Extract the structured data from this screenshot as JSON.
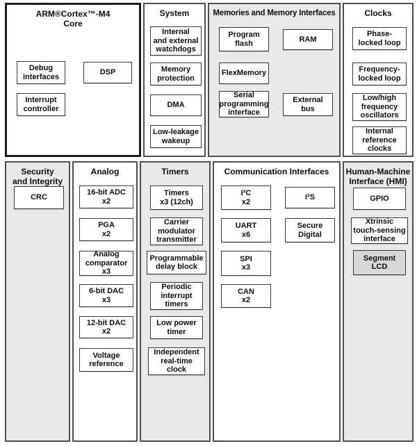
{
  "colors": {
    "section_fill_gray": "#e9e9e9",
    "box_fill_white": "#ffffff",
    "segment_lcd_fill": "#d8d8d8",
    "border_dark": "#383838"
  },
  "sections": {
    "core": {
      "title": "ARM®Cortex™-M4\nCore",
      "boxes": [
        {
          "label": "Debug\ninterfaces"
        },
        {
          "label": "DSP"
        },
        {
          "label": "Interrupt\ncontroller"
        }
      ]
    },
    "system": {
      "title": "System",
      "boxes": [
        {
          "label": "Internal\nand external\nwatchdogs"
        },
        {
          "label": "Memory\nprotection"
        },
        {
          "label": "DMA"
        },
        {
          "label": "Low-leakage\nwakeup"
        }
      ]
    },
    "memories": {
      "title": "Memories and Memory Interfaces",
      "boxes": [
        {
          "label": "Program\nflash"
        },
        {
          "label": "RAM"
        },
        {
          "label": "FlexMemory"
        },
        {
          "label": "Serial\nprogramming\ninterface"
        },
        {
          "label": "External\nbus"
        }
      ]
    },
    "clocks": {
      "title": "Clocks",
      "boxes": [
        {
          "label": "Phase-\nlocked loop"
        },
        {
          "label": "Frequency-\nlocked loop"
        },
        {
          "label": "Low/high\nfrequency\noscillators"
        },
        {
          "label": "Internal\nreference\nclocks"
        }
      ]
    },
    "security": {
      "title": "Security\nand Integrity",
      "boxes": [
        {
          "label": "CRC"
        }
      ]
    },
    "analog": {
      "title": "Analog",
      "boxes": [
        {
          "label": "16-bit ADC\nx2"
        },
        {
          "label": "PGA\nx2"
        },
        {
          "label": "Analog\ncomparator\nx3"
        },
        {
          "label": "6-bit DAC\nx3"
        },
        {
          "label": "12-bit DAC\nx2"
        },
        {
          "label": "Voltage\nreference"
        }
      ]
    },
    "timers": {
      "title": "Timers",
      "boxes": [
        {
          "label": "Timers\nx3 (12ch)"
        },
        {
          "label": "Carrier\nmodulator\ntransmitter"
        },
        {
          "label": "Programmable\ndelay block"
        },
        {
          "label": "Periodic\ninterrupt\ntimers"
        },
        {
          "label": "Low power\ntimer"
        },
        {
          "label": "Independent\nreal-time\nclock"
        }
      ]
    },
    "comm": {
      "title": "Communication Interfaces",
      "left_boxes": [
        {
          "label": "I²C\nx2"
        },
        {
          "label": "UART\nx6"
        },
        {
          "label": "SPI\nx3"
        },
        {
          "label": "CAN\nx2"
        }
      ],
      "right_boxes": [
        {
          "label": "I²S"
        },
        {
          "label": "Secure\nDigital"
        }
      ]
    },
    "hmi": {
      "title": "Human-Machine\nInterface (HMI)",
      "boxes": [
        {
          "label": "GPIO"
        },
        {
          "label": "Xtrinsic\ntouch-sensing\ninterface"
        },
        {
          "label": "Segment\nLCD"
        }
      ]
    }
  }
}
